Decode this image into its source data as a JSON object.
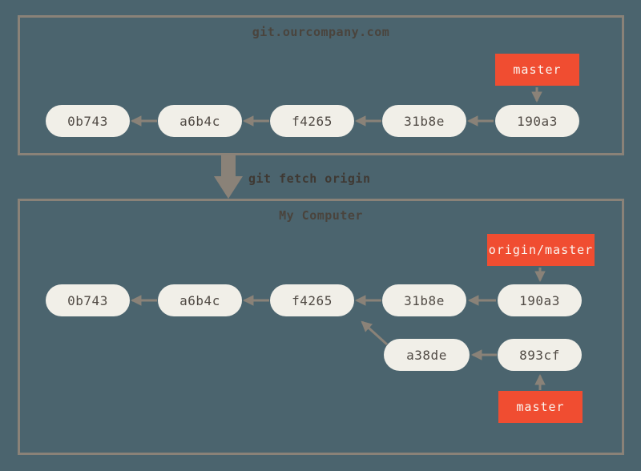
{
  "colors": {
    "background": "#4B646E",
    "frame": "#8A8278",
    "arrow": "#8A8278",
    "node_fill": "#F1EFE8",
    "node_text": "#514B45",
    "ref_bg": "#F04D31",
    "ref_text": "#FBF7F2",
    "title_text": "#4A443D",
    "command_text": "#3F3933"
  },
  "remote": {
    "title": "git.ourcompany.com",
    "branch_label": "master",
    "commits": [
      "0b743",
      "a6b4c",
      "f4265",
      "31b8e",
      "190a3"
    ],
    "edges": [
      "a6b4c->0b743",
      "f4265->a6b4c",
      "31b8e->f4265",
      "190a3->31b8e",
      "master->190a3"
    ]
  },
  "transition": {
    "command": "git fetch origin"
  },
  "local": {
    "title": "My Computer",
    "remote_branch_label": "origin/master",
    "branch_label": "master",
    "commits": [
      "0b743",
      "a6b4c",
      "f4265",
      "31b8e",
      "190a3"
    ],
    "branch_commits": [
      "a38de",
      "893cf"
    ],
    "edges": [
      "a6b4c->0b743",
      "f4265->a6b4c",
      "31b8e->f4265",
      "190a3->31b8e",
      "origin/master->190a3",
      "a38de->f4265",
      "893cf->a38de",
      "master->893cf"
    ]
  }
}
